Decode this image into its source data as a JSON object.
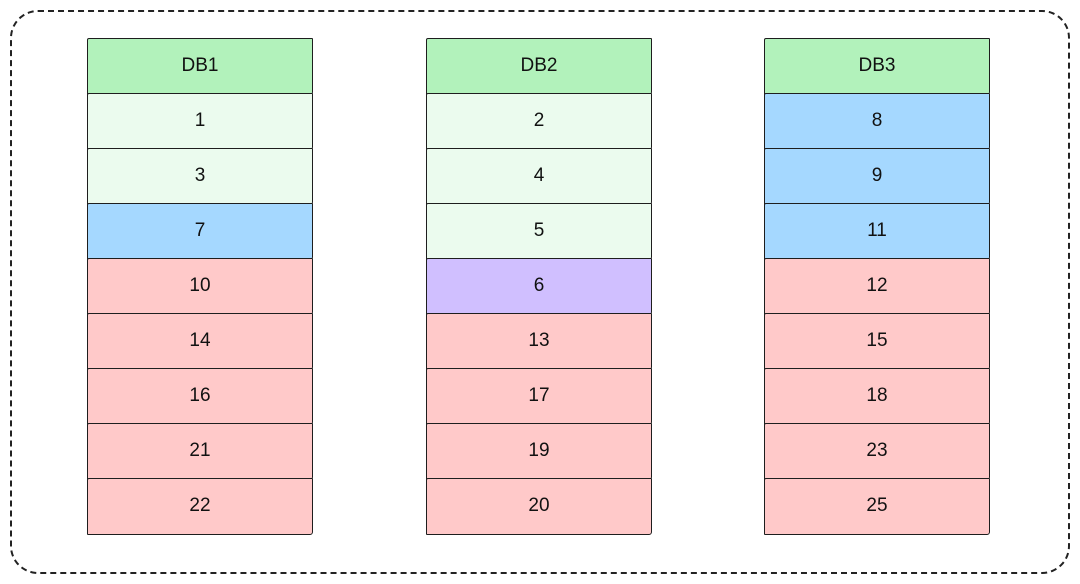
{
  "palette": {
    "header": "#b2f2bb",
    "light-green": "#ebfbee",
    "blue": "#a5d8ff",
    "purple": "#d0bfff",
    "red": "#ffc9c9"
  },
  "columns": [
    {
      "header": "DB1",
      "cells": [
        {
          "label": "1",
          "color": "light-green"
        },
        {
          "label": "3",
          "color": "light-green"
        },
        {
          "label": "7",
          "color": "blue"
        },
        {
          "label": "10",
          "color": "red"
        },
        {
          "label": "14",
          "color": "red"
        },
        {
          "label": "16",
          "color": "red"
        },
        {
          "label": "21",
          "color": "red"
        },
        {
          "label": "22",
          "color": "red"
        }
      ]
    },
    {
      "header": "DB2",
      "cells": [
        {
          "label": "2",
          "color": "light-green"
        },
        {
          "label": "4",
          "color": "light-green"
        },
        {
          "label": "5",
          "color": "light-green"
        },
        {
          "label": "6",
          "color": "purple"
        },
        {
          "label": "13",
          "color": "red"
        },
        {
          "label": "17",
          "color": "red"
        },
        {
          "label": "19",
          "color": "red"
        },
        {
          "label": "20",
          "color": "red"
        }
      ]
    },
    {
      "header": "DB3",
      "cells": [
        {
          "label": "8",
          "color": "blue"
        },
        {
          "label": "9",
          "color": "blue"
        },
        {
          "label": "11",
          "color": "blue"
        },
        {
          "label": "12",
          "color": "red"
        },
        {
          "label": "15",
          "color": "red"
        },
        {
          "label": "18",
          "color": "red"
        },
        {
          "label": "23",
          "color": "red"
        },
        {
          "label": "25",
          "color": "red"
        }
      ]
    }
  ]
}
